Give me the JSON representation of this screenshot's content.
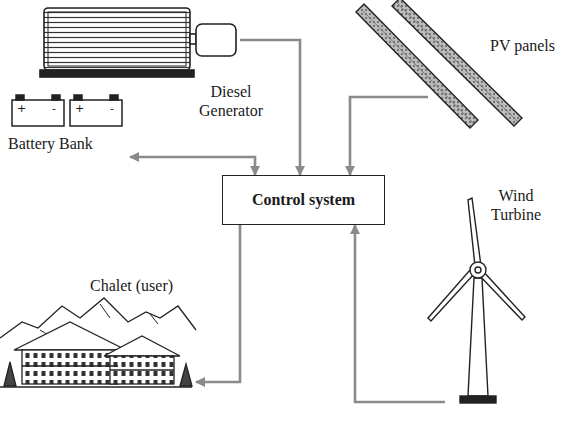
{
  "diagram": {
    "nodes": [
      {
        "text": [
          "Diesel Generator"
        ]
      },
      {
        "text": [
          "PV panels"
        ]
      },
      {
        "text": [
          "Battery Bank"
        ]
      },
      {
        "text": [
          "Control system"
        ]
      },
      {
        "text": [
          "Chalet (user)"
        ]
      },
      {
        "text": [
          "Wind Turbine"
        ]
      }
    ],
    "edges": [
      {
        "from": 0,
        "to": 3,
        "arrow": "to"
      },
      {
        "from": 1,
        "to": 3,
        "arrow": "to"
      },
      {
        "from": 3,
        "to": 2,
        "arrow": "both"
      },
      {
        "from": 3,
        "to": 4,
        "arrow": "to"
      },
      {
        "from": 5,
        "to": 3,
        "arrow": "to"
      }
    ],
    "labels": [
      "+",
      "-",
      "+",
      "-"
    ]
  }
}
